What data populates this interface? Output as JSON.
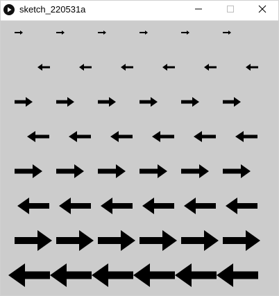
{
  "window": {
    "title": "sketch_220531a",
    "app_icon": "play-icon",
    "controls": [
      "minimize-icon",
      "maximize-icon",
      "close-icon"
    ]
  },
  "sketch": {
    "background": "#cccccc",
    "arrow_color": "#000000",
    "arrows_per_row": 6,
    "rows": [
      {
        "direction": "right"
      },
      {
        "direction": "left"
      },
      {
        "direction": "right"
      },
      {
        "direction": "left"
      },
      {
        "direction": "right"
      },
      {
        "direction": "left"
      },
      {
        "direction": "right"
      },
      {
        "direction": "left"
      }
    ]
  }
}
